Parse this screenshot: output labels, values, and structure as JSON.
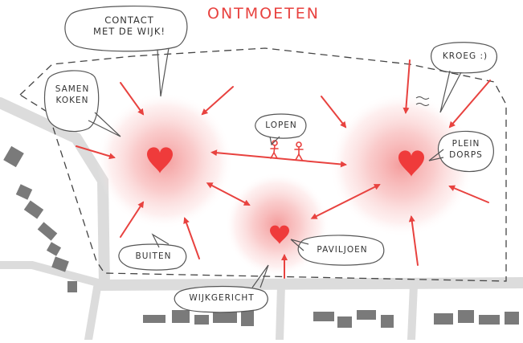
{
  "title": "ONTMOETEN",
  "colors": {
    "accent": "#e8423f",
    "glow": "#f4a0a0",
    "road": "#d9d9d9",
    "ink": "#333333",
    "buildings": "#7a7a7a"
  },
  "labels": {
    "contact": "CONTACT\nMET DE WIJK!",
    "samen": "SAMEN\nKOKEN",
    "lopen": "LOPEN",
    "kroeg": "KROEG :)",
    "plein": "PLEIN\nDORPS",
    "buiten": "BUITEN",
    "paviljoen": "PAVILJOEN",
    "wijkgericht": "WIJKGERICHT"
  },
  "icons": {
    "heart": "heart-icon",
    "walkers": "walking-people-icon"
  }
}
